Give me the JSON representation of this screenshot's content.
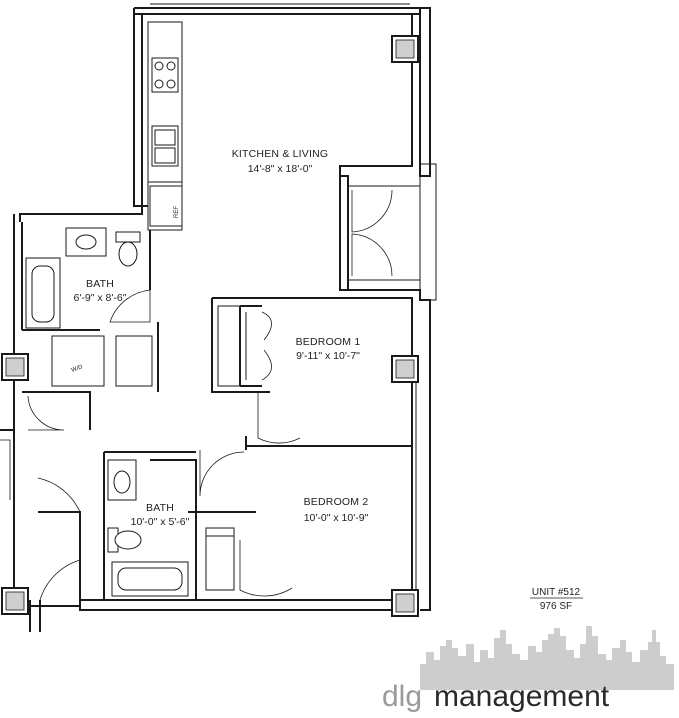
{
  "rooms": {
    "kitchen_living": {
      "label": "KITCHEN & LIVING",
      "dims": "14'-8\" x 18'-0\""
    },
    "bath1": {
      "label": "BATH",
      "dims": "6'-9\" x 8'-6\""
    },
    "bedroom1": {
      "label": "BEDROOM 1",
      "dims": "9'-11\" x 10'-7\""
    },
    "bath2": {
      "label": "BATH",
      "dims": "10'-0\" x 5'-6\""
    },
    "bedroom2": {
      "label": "BEDROOM 2",
      "dims": "10'-0\" x 10'-9\""
    }
  },
  "fixtures": {
    "washer_dryer": "W/D",
    "refrigerator": "REF"
  },
  "unit": {
    "number": "UNIT #512",
    "area": "976 SF"
  },
  "logo": {
    "prefix": "dlg",
    "name": "management"
  }
}
